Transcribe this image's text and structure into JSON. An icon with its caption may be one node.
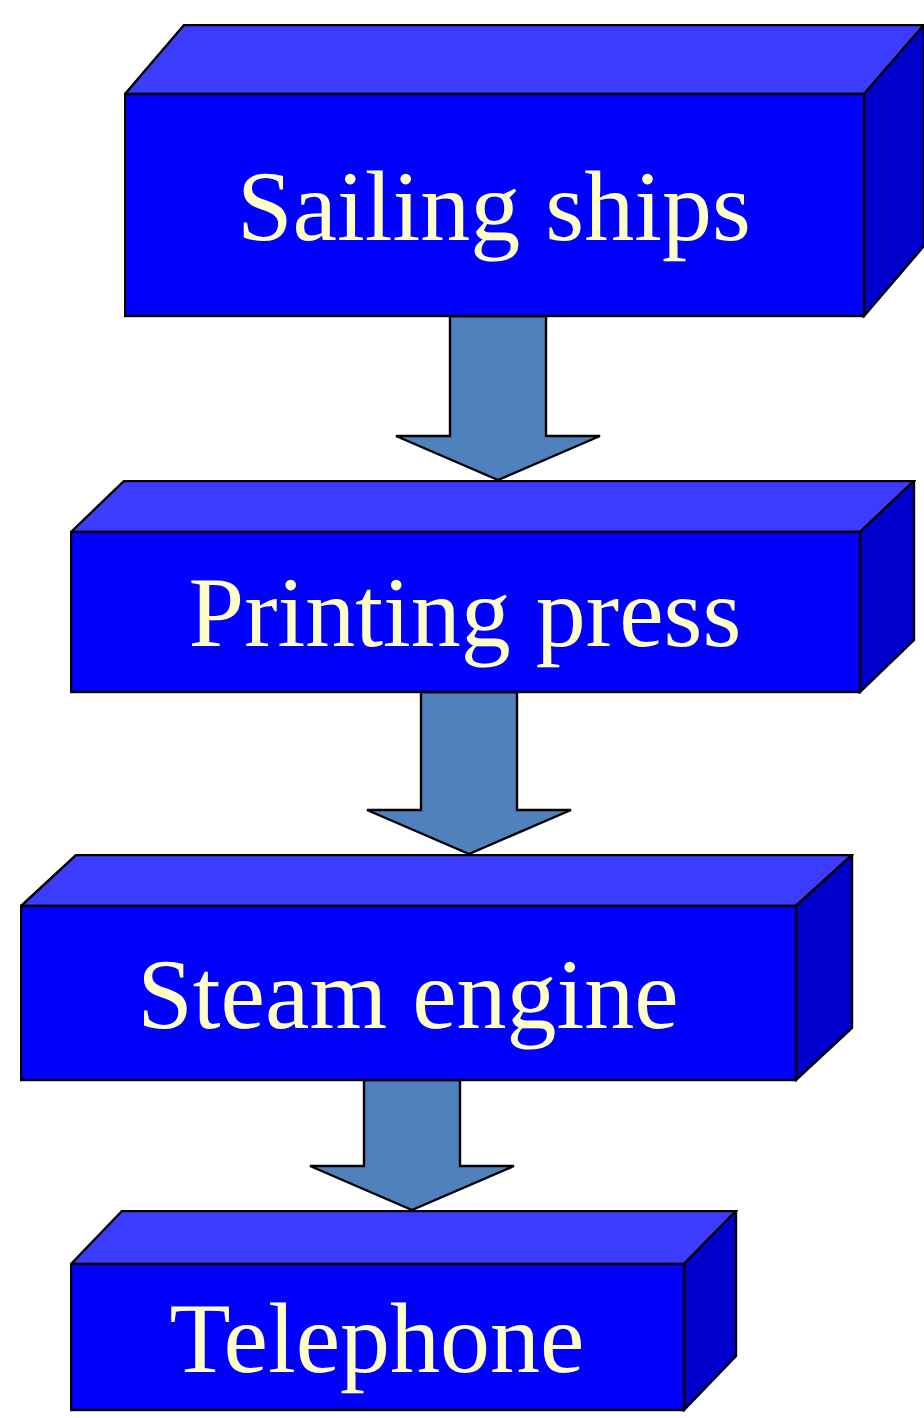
{
  "diagram": {
    "nodes": [
      {
        "text": [
          "Sailing ships"
        ]
      },
      {
        "text": [
          "Printing press"
        ]
      },
      {
        "text": [
          "Steam engine"
        ]
      },
      {
        "text": [
          "Telephone"
        ]
      }
    ],
    "edges": [
      {
        "from": 0,
        "to": 1,
        "arrow": "to"
      },
      {
        "from": 1,
        "to": 2,
        "arrow": "to"
      },
      {
        "from": 2,
        "to": 3,
        "arrow": "to"
      }
    ]
  }
}
